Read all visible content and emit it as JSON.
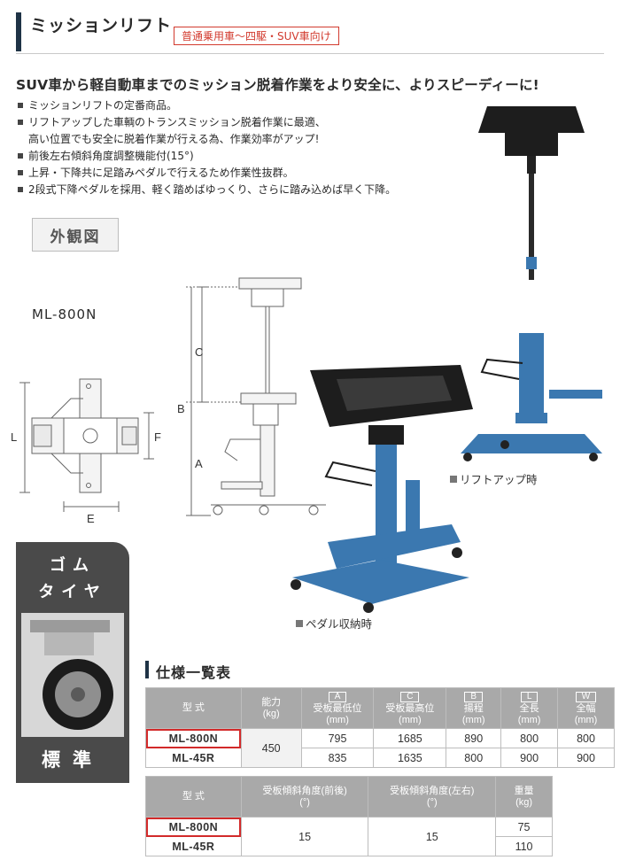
{
  "header": {
    "title": "ミッションリフト",
    "badge": "普通乗用車～四駆・SUV車向け"
  },
  "lead": "SUV車から軽自動車までのミッション脱着作業をより安全に、よりスピーディーに!",
  "features": [
    {
      "text": "ミッションリフトの定番商品。",
      "cont": false
    },
    {
      "text": "リフトアップした車輌のトランスミッション脱着作業に最適、",
      "cont": false
    },
    {
      "text": "高い位置でも安全に脱着作業が行える為、作業効率がアップ!",
      "cont": true
    },
    {
      "text": "前後左右傾斜角度調整機能付(15°)",
      "cont": false
    },
    {
      "text": "上昇・下降共に足踏みペダルで行えるため作業性抜群。",
      "cont": false
    },
    {
      "text": "2段式下降ペダルを採用、軽く踏めばゆっくり、さらに踏み込めば早く下降。",
      "cont": false
    }
  ],
  "diagram": {
    "section_label": "外観図",
    "model": "ML-800N",
    "dims": {
      "a": "A",
      "b": "B",
      "c": "C",
      "l": "L",
      "e": "E",
      "f": "F"
    }
  },
  "photos": {
    "lift_up_caption": "リフトアップ時",
    "pedal_caption": "ペダル収納時"
  },
  "tire_panel": {
    "line1": "ゴム",
    "line2": "タイヤ",
    "standard": "標準"
  },
  "spec": {
    "title": "仕様一覧表",
    "table1": {
      "headers": {
        "model": "型 式",
        "capacity": "能力",
        "capacity_unit": "(kg)",
        "min_letter": "A",
        "min": "受板最低位",
        "min_unit": "(mm)",
        "max_letter": "C",
        "max": "受板最高位",
        "max_unit": "(mm)",
        "stroke_letter": "B",
        "stroke": "揚程",
        "stroke_unit": "(mm)",
        "length_letter": "L",
        "length": "全長",
        "length_unit": "(mm)",
        "width_letter": "W",
        "width": "全幅",
        "width_unit": "(mm)"
      },
      "capacity_shared": "450",
      "rows": [
        {
          "model": "ML-800N",
          "min": "795",
          "max": "1685",
          "stroke": "890",
          "length": "800",
          "width": "800"
        },
        {
          "model": "ML-45R",
          "min": "835",
          "max": "1635",
          "stroke": "800",
          "length": "900",
          "width": "900"
        }
      ]
    },
    "table2": {
      "headers": {
        "model": "型 式",
        "tilt_fb": "受板傾斜角度(前後)",
        "tilt_fb_unit": "(°)",
        "tilt_lr": "受板傾斜角度(左右)",
        "tilt_lr_unit": "(°)",
        "weight": "重量",
        "weight_unit": "(kg)"
      },
      "tilt_fb_shared": "15",
      "tilt_lr_shared": "15",
      "rows": [
        {
          "model": "ML-800N",
          "weight": "75"
        },
        {
          "model": "ML-45R",
          "weight": "110"
        }
      ]
    }
  },
  "colors": {
    "lift_blue": "#3b78b0",
    "plate_black": "#1d1d1d",
    "header_navy": "#1f3346",
    "badge_red": "#d23a2e",
    "highlight_red": "#d22a2a",
    "table_header_gray": "#a9a9a9"
  }
}
